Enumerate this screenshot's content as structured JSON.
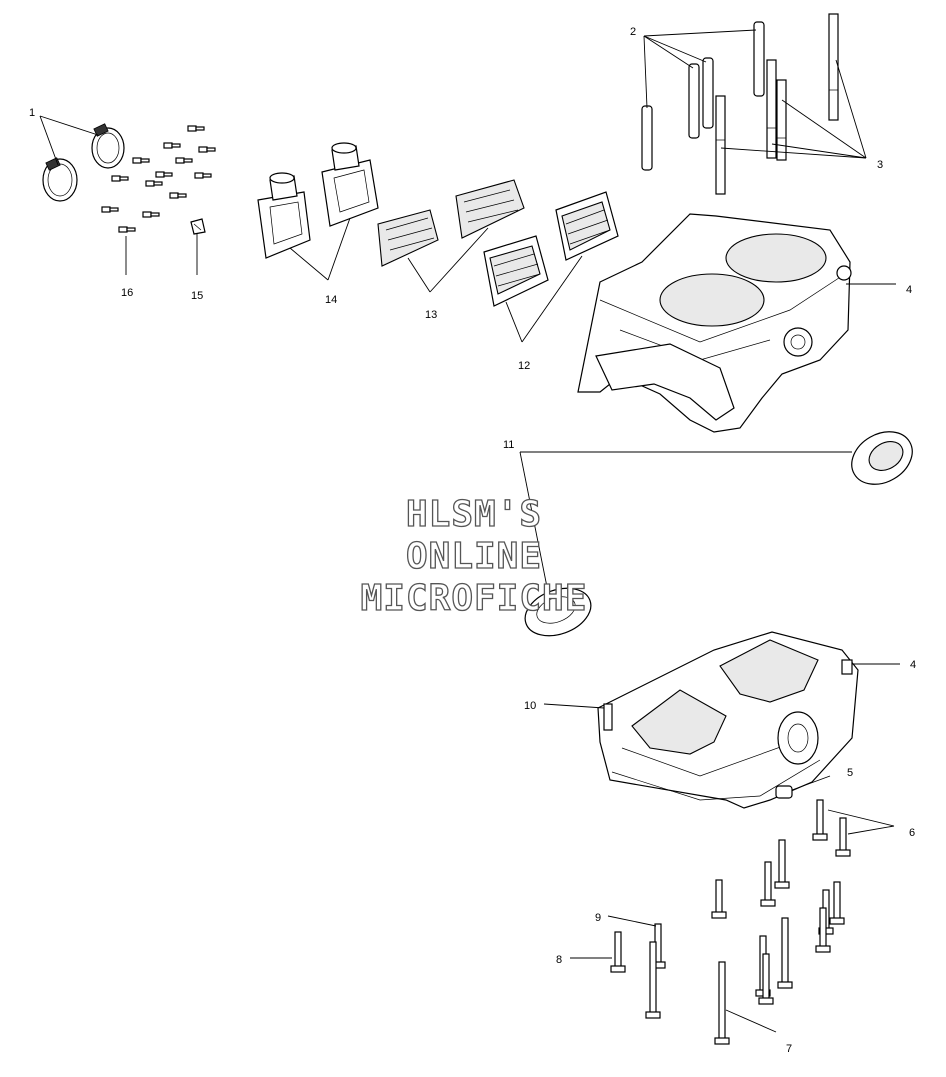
{
  "watermark": {
    "line1": "HLSM'S",
    "line2": "ONLINE",
    "line3": "MICROFICHE"
  },
  "callouts": [
    "1",
    "2",
    "3",
    "4",
    "4",
    "5",
    "6",
    "7",
    "8",
    "9",
    "10",
    "11",
    "12",
    "13",
    "14",
    "15",
    "16"
  ]
}
